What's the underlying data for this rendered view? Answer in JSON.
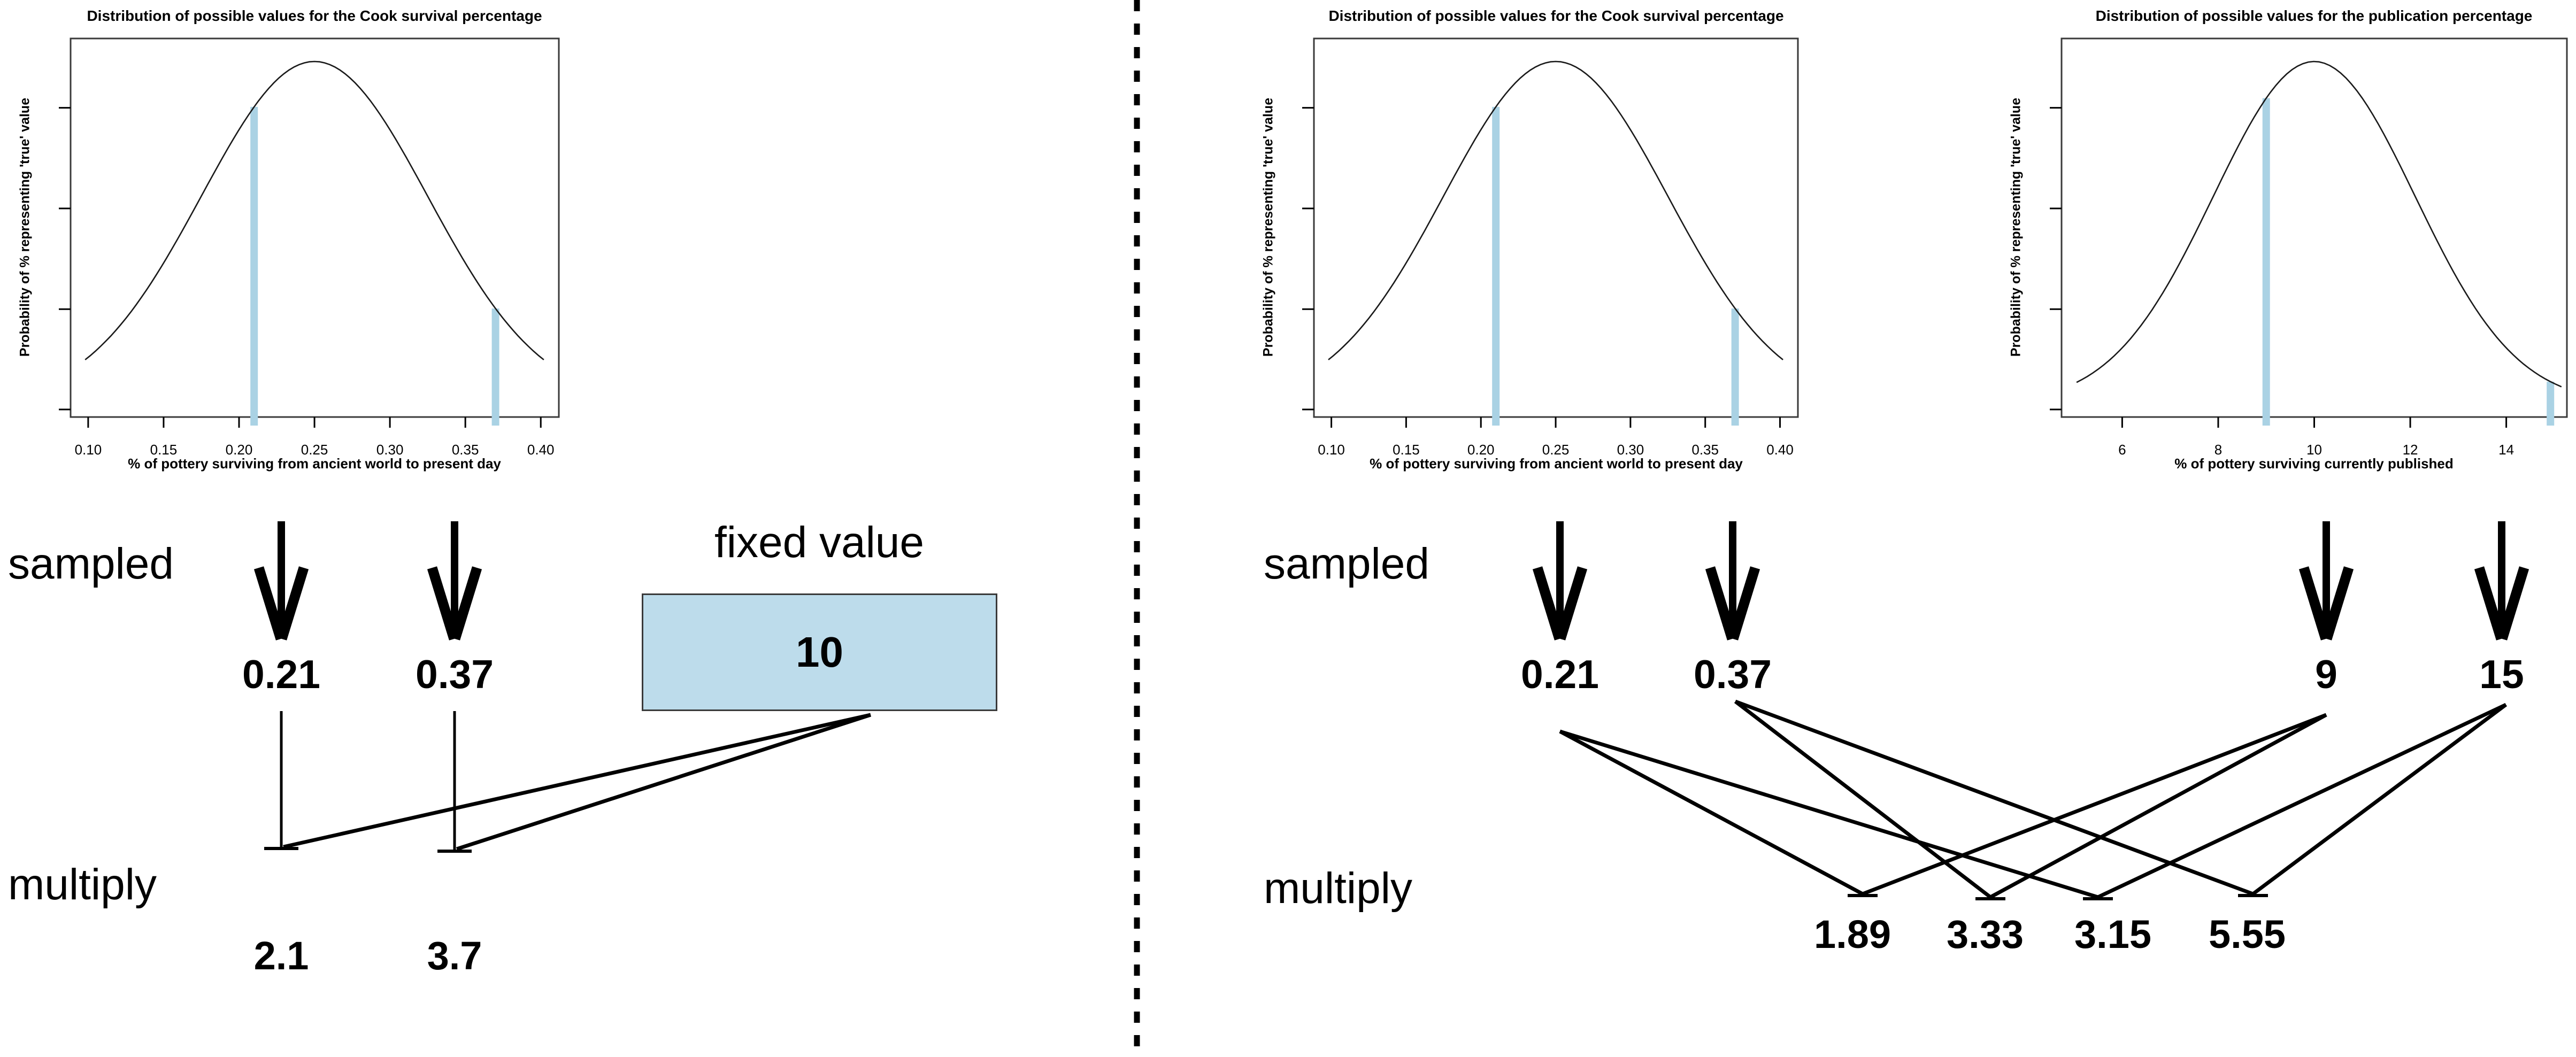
{
  "colors": {
    "ink": "#000000",
    "curve": "#1a1a1a",
    "plot_border": "#3a3a3a",
    "highlight_blue": "#aad2e4",
    "fixed_box_fill": "#bddceb"
  },
  "divider": {
    "style": "dashed-vertical"
  },
  "chart_data": [
    {
      "type": "line",
      "title": "Distribution of possible values for the Cook survival percentage",
      "xlabel": "% of pottery surviving from ancient world to present day",
      "ylabel": "Probability of % representing 'true' value",
      "xticks": [
        0.1,
        0.15,
        0.2,
        0.25,
        0.3,
        0.35,
        0.4
      ],
      "xtick_labels": [
        "0.10",
        "0.15",
        "0.20",
        "0.25",
        "0.30",
        "0.35",
        "0.40"
      ],
      "yticks_unlabeled": 4,
      "curve": {
        "shape": "gaussian",
        "mean": 0.25,
        "sd": 0.075,
        "from": 0.098,
        "to": 0.402
      },
      "sampled_lines": [
        0.21,
        0.37
      ],
      "grid": false,
      "legend": "none"
    },
    {
      "type": "line",
      "title": "Distribution of possible values for the Cook survival percentage",
      "xlabel": "% of pottery surviving from ancient world to present day",
      "ylabel": "Probability of % representing 'true' value",
      "xticks": [
        0.1,
        0.15,
        0.2,
        0.25,
        0.3,
        0.35,
        0.4
      ],
      "xtick_labels": [
        "0.10",
        "0.15",
        "0.20",
        "0.25",
        "0.30",
        "0.35",
        "0.40"
      ],
      "yticks_unlabeled": 4,
      "curve": {
        "shape": "gaussian",
        "mean": 0.25,
        "sd": 0.075,
        "from": 0.098,
        "to": 0.402
      },
      "sampled_lines": [
        0.21,
        0.37
      ],
      "grid": false,
      "legend": "none"
    },
    {
      "type": "line",
      "title": "Distribution of possible values for the publication percentage",
      "xlabel": "% of pottery surviving currently published",
      "ylabel": "Probability of % representing 'true' value",
      "xticks": [
        6,
        8,
        10,
        12,
        14
      ],
      "xtick_labels": [
        "6",
        "8",
        "10",
        "12",
        "14"
      ],
      "yticks_unlabeled": 4,
      "curve": {
        "shape": "gaussian",
        "mean": 10,
        "sd": 2.1,
        "from": 5.05,
        "to": 15.15
      },
      "sampled_lines": [
        9,
        14.92
      ],
      "grid": false,
      "legend": "none"
    }
  ],
  "panels": {
    "left": {
      "sampled_label": "sampled",
      "multiply_label": "multiply",
      "fixed_value_label": "fixed value",
      "fixed_value": "10",
      "sampled_values": [
        "0.21",
        "0.37"
      ],
      "result_values": [
        "2.1",
        "3.7"
      ],
      "operations": [
        {
          "result": "2.1",
          "factors": [
            "0.21",
            "10"
          ]
        },
        {
          "result": "3.7",
          "factors": [
            "0.37",
            "10"
          ]
        }
      ]
    },
    "right": {
      "sampled_label": "sampled",
      "multiply_label": "multiply",
      "sampled_values": [
        "0.21",
        "0.37",
        "9",
        "15"
      ],
      "result_values": [
        "1.89",
        "3.33",
        "3.15",
        "5.55"
      ],
      "operations": [
        {
          "result": "1.89",
          "factors": [
            "0.21",
            "9"
          ]
        },
        {
          "result": "3.33",
          "factors": [
            "0.37",
            "9"
          ]
        },
        {
          "result": "3.15",
          "factors": [
            "0.21",
            "15"
          ]
        },
        {
          "result": "5.55",
          "factors": [
            "0.37",
            "15"
          ]
        }
      ]
    }
  }
}
